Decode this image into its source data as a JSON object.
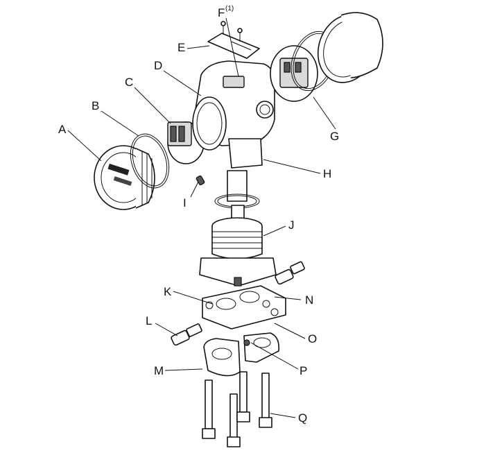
{
  "diagram": {
    "callouts": [
      {
        "id": "A",
        "label": "A"
      },
      {
        "id": "B",
        "label": "B"
      },
      {
        "id": "C",
        "label": "C"
      },
      {
        "id": "D",
        "label": "D"
      },
      {
        "id": "E",
        "label": "E"
      },
      {
        "id": "F",
        "label": "F",
        "superscript": "(1)"
      },
      {
        "id": "G",
        "label": "G"
      },
      {
        "id": "H",
        "label": "H"
      },
      {
        "id": "I",
        "label": "I"
      },
      {
        "id": "J",
        "label": "J"
      },
      {
        "id": "K",
        "label": "K"
      },
      {
        "id": "L",
        "label": "L"
      },
      {
        "id": "M",
        "label": "M"
      },
      {
        "id": "N",
        "label": "N"
      },
      {
        "id": "O",
        "label": "O"
      },
      {
        "id": "P",
        "label": "P"
      },
      {
        "id": "Q",
        "label": "Q"
      }
    ]
  }
}
